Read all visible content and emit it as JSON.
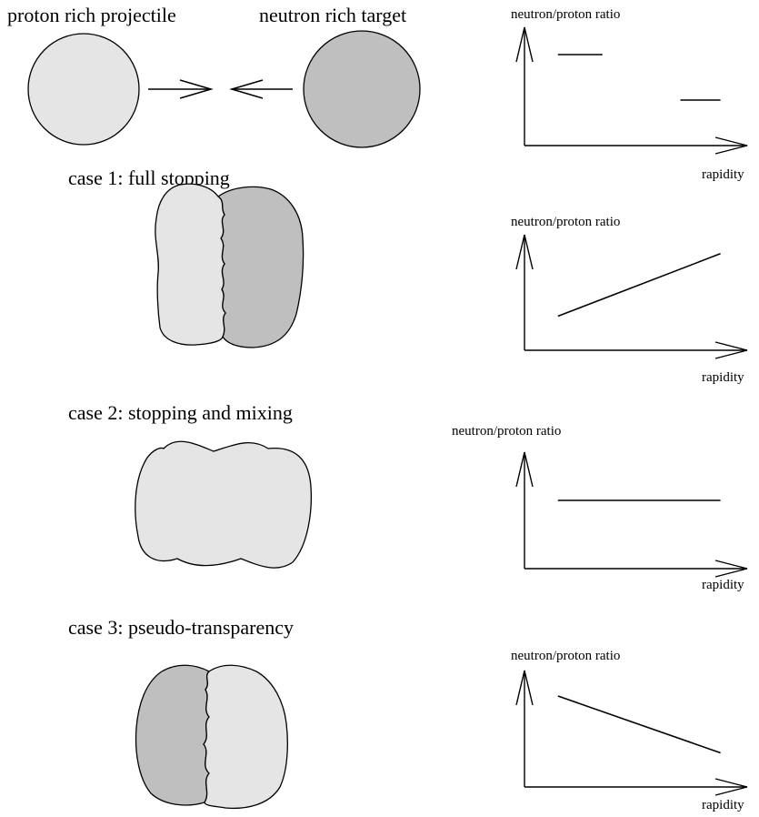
{
  "header": {
    "projectile_label": "proton rich projectile",
    "target_label": "neutron rich target"
  },
  "cases": [
    {
      "title": "case 1: full stopping"
    },
    {
      "title": "case 2: stopping and mixing"
    },
    {
      "title": "case 3: pseudo-transparency"
    }
  ],
  "plot_labels": {
    "y_axis": "neutron/proton ratio",
    "x_axis": "rapidity"
  },
  "colors": {
    "proton_rich": "#e5e5e5",
    "neutron_rich": "#bfbfbf"
  },
  "chart_data": [
    {
      "type": "line",
      "xlabel": "rapidity",
      "ylabel": "neutron/proton ratio",
      "series": [
        {
          "x": [
            0.15,
            0.35
          ],
          "y": [
            0.8,
            0.8
          ]
        },
        {
          "x": [
            0.7,
            0.88
          ],
          "y": [
            0.4,
            0.4
          ]
        }
      ]
    },
    {
      "type": "line",
      "xlabel": "rapidity",
      "ylabel": "neutron/proton ratio",
      "series": [
        {
          "x": [
            0.15,
            0.88
          ],
          "y": [
            0.3,
            0.85
          ]
        }
      ]
    },
    {
      "type": "line",
      "xlabel": "rapidity",
      "ylabel": "neutron/proton ratio",
      "series": [
        {
          "x": [
            0.15,
            0.88
          ],
          "y": [
            0.6,
            0.6
          ]
        }
      ]
    },
    {
      "type": "line",
      "xlabel": "rapidity",
      "ylabel": "neutron/proton ratio",
      "series": [
        {
          "x": [
            0.15,
            0.88
          ],
          "y": [
            0.8,
            0.3
          ]
        }
      ]
    }
  ]
}
